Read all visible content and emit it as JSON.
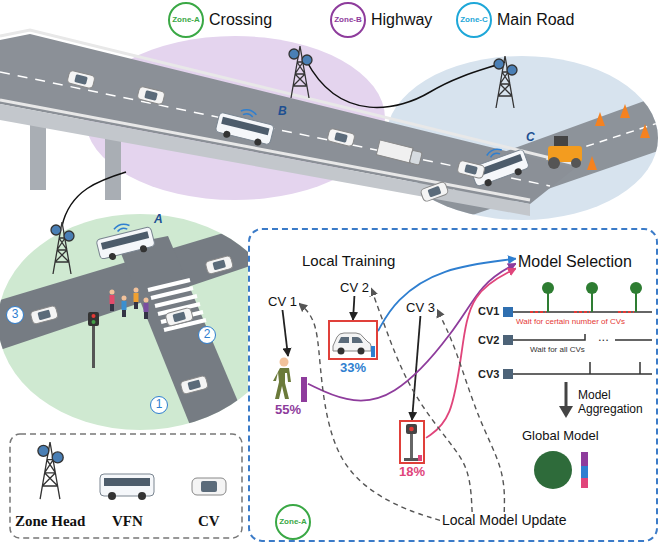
{
  "diagram": {
    "nodes": [
      {
        "text": [
          "Zone-A",
          "Crossing"
        ]
      },
      {
        "text": [
          "Zone-B",
          "Highway"
        ]
      },
      {
        "text": [
          "Zone-C",
          "Main Road"
        ]
      },
      {
        "text": [
          "Local Training"
        ]
      },
      {
        "text": [
          "CV 1"
        ],
        "in": 3
      },
      {
        "text": [
          "CV 2"
        ],
        "in": 3
      },
      {
        "text": [
          "CV 3"
        ],
        "in": 3
      },
      {
        "text": [
          "55%"
        ],
        "in": 3
      },
      {
        "text": [
          "33%"
        ],
        "in": 3
      },
      {
        "text": [
          "18%"
        ],
        "in": 3
      },
      {
        "text": [
          "Model Selection"
        ],
        "in": 3
      },
      {
        "text": [
          "Model Aggregation"
        ],
        "in": 3
      },
      {
        "text": [
          "Global Model"
        ],
        "in": 3
      },
      {
        "text": [
          "Local Model Update"
        ],
        "in": 3
      },
      {
        "text": [
          "Zone-A"
        ],
        "in": 3
      }
    ],
    "edges": [
      {
        "from": 4,
        "to": 7,
        "arrow": "to"
      },
      {
        "from": 5,
        "to": 8,
        "arrow": "to"
      },
      {
        "from": 6,
        "to": 9,
        "arrow": "to"
      },
      {
        "from": 8,
        "to": 10,
        "arrow": "to"
      },
      {
        "from": 7,
        "to": 10,
        "arrow": "to"
      },
      {
        "from": 9,
        "to": 10,
        "arrow": "to"
      },
      {
        "from": 13,
        "to": 4,
        "arrow": "to"
      },
      {
        "from": 13,
        "to": 5,
        "arrow": "to"
      },
      {
        "from": 13,
        "to": 6,
        "arrow": "to"
      }
    ],
    "labels": [
      "B",
      "C",
      "A",
      "1",
      "2",
      "3",
      "CV1",
      "CV2",
      "CV3",
      "Wait for certain number of CVs",
      "Wait for all CVs",
      "..."
    ],
    "legend": [
      {
        "text": "Zone Head"
      },
      {
        "text": "VFN"
      },
      {
        "text": "CV"
      }
    ]
  }
}
